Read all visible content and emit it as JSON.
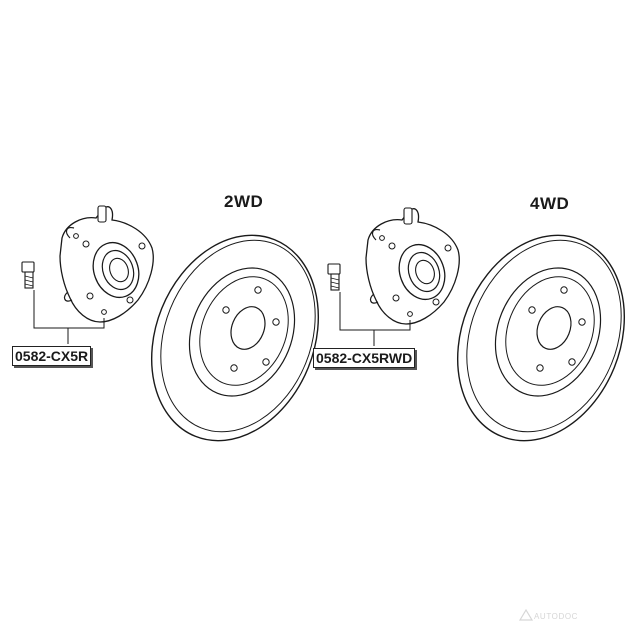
{
  "variants": {
    "two_wd": {
      "title": "2WD"
    },
    "four_wd": {
      "title": "4WD"
    }
  },
  "parts": [
    {
      "number": "0582-CX5R"
    },
    {
      "number": "0582-CX5RWD"
    }
  ],
  "watermark": {
    "text": "AUTODOC",
    "icon": "autodoc-logo-icon"
  },
  "colors": {
    "line": "#1a1a1a",
    "background": "#ffffff",
    "watermark": "#d6d6d6"
  }
}
